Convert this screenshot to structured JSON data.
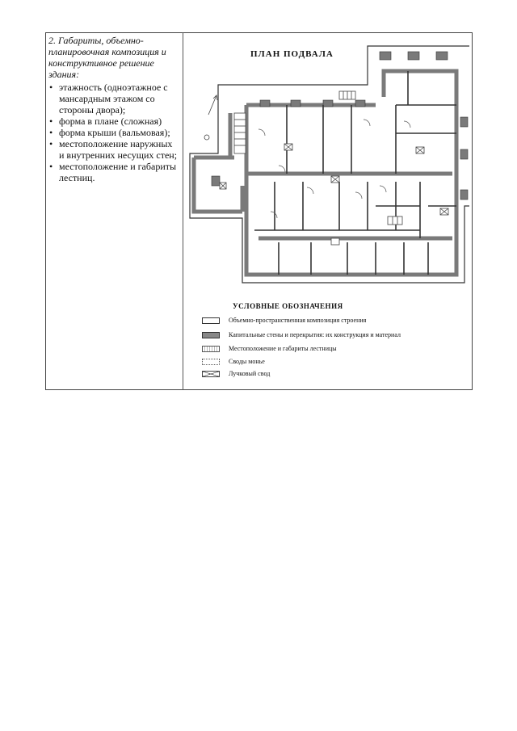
{
  "section": {
    "heading": "2. Габариты, объемно-планировочная композиция и конструктивное решение здания:",
    "items": [
      "этажность (одноэтажное с мансардным этажом со стороны двора);",
      "форма в плане (сложная)",
      "форма крыши (вальмовая);",
      "местоположение наружных и внутренних несущих стен;",
      "местоположение и габариты лестниц."
    ]
  },
  "plan": {
    "title": "ПЛАН ПОДВАЛА"
  },
  "legend": {
    "title": "УСЛОВНЫЕ ОБОЗНАЧЕНИЯ",
    "items": [
      {
        "label": "Объемно-пространственная композиция строения",
        "swatch": "outline"
      },
      {
        "label": "Капитальные стены и перекрытия: их конструкция и материал",
        "swatch": "wall"
      },
      {
        "label": "Местоположение и габариты лестницы",
        "swatch": "stairs"
      },
      {
        "label": "Своды моньe",
        "swatch": "vault"
      },
      {
        "label": "Лучковый свод",
        "swatch": "cross"
      }
    ]
  },
  "colors": {
    "wall": "#7a7a7a",
    "outline": "#333333",
    "paper": "#ffffff"
  }
}
